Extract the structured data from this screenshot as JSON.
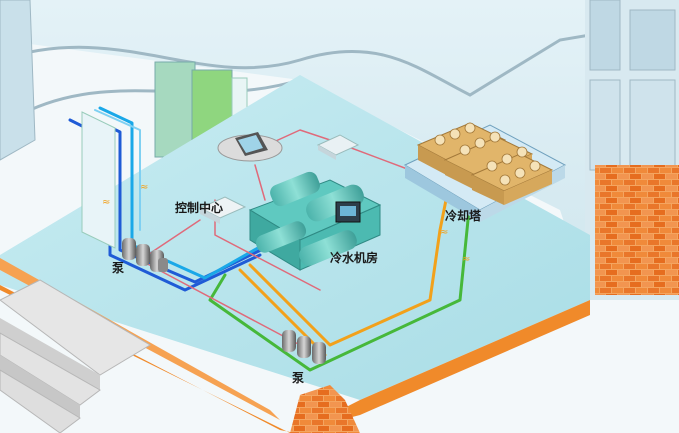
{
  "labels": {
    "control_center": "控制中心",
    "chiller_room": "冷水机房",
    "cooling_tower": "冷却塔",
    "pump_left": "泵",
    "pump_bottom": "泵"
  },
  "colors": {
    "floor": "#bfe6ee",
    "wall": "#d6ecf3",
    "brick": "#f08a2a",
    "chilled_supply": "#1f5bd6",
    "chilled_return": "#1aa8e8",
    "condenser_supply": "#f2a11b",
    "condenser_return": "#46b83a",
    "control_wire": "#e06a7a",
    "equipment": "#5fc9c0",
    "tower": "#d9a855"
  }
}
